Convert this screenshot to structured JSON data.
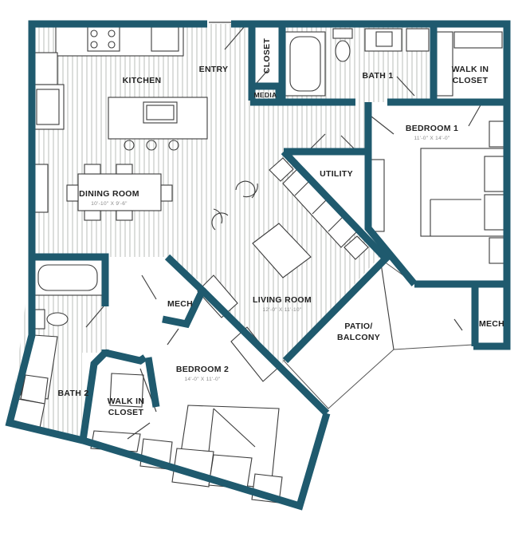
{
  "plan": {
    "colors": {
      "wall": "#1f5a6e",
      "floor_stripe": "#c9cdc9",
      "fixture": "#3b3b3b"
    },
    "rooms": {
      "kitchen": "KITCHEN",
      "entry": "ENTRY",
      "closet": "CLOSET",
      "media": "MEDIA",
      "bath1": "BATH 1",
      "walk_in_closet_1_line1": "WALK IN",
      "walk_in_closet_1_line2": "CLOSET",
      "bedroom1": "BEDROOM 1",
      "bedroom1_dim": "11'-0\" X 14'-0\"",
      "utility": "UTILITY",
      "dining_room": "DINING ROOM",
      "dining_room_dim": "10'-10\" X 9'-6\"",
      "living_room": "LIVING ROOM",
      "living_room_dim": "12'-0\" X 11'-10\"",
      "mech1": "MECH",
      "mech2": "MECH",
      "patio_line1": "PATIO/",
      "patio_line2": "BALCONY",
      "bedroom2": "BEDROOM 2",
      "bedroom2_dim": "14'-0\" X 11'-0\"",
      "bath2": "BATH 2",
      "walk_in_closet_2_line1": "WALK IN",
      "walk_in_closet_2_line2": "CLOSET"
    }
  }
}
